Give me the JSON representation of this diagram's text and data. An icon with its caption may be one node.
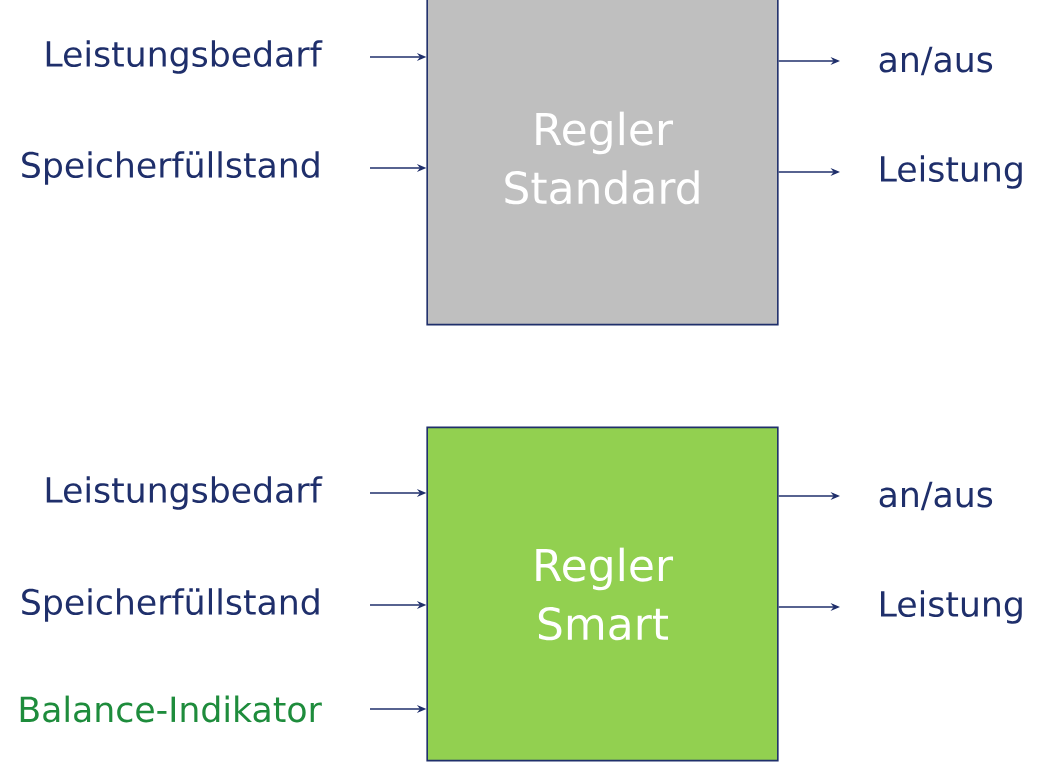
{
  "diagram": {
    "nodes": [
      {
        "text": [
          "Regler Standard"
        ]
      },
      {
        "text": [
          "Leistungsbedarf"
        ]
      },
      {
        "text": [
          "Speicherfüllstand"
        ]
      },
      {
        "text": [
          "an/aus"
        ]
      },
      {
        "text": [
          "Leistung"
        ]
      },
      {
        "text": [
          "Regler Smart"
        ]
      },
      {
        "text": [
          "Leistungsbedarf"
        ]
      },
      {
        "text": [
          "Speicherfüllstand"
        ]
      },
      {
        "text": [
          "Balance-Indikator"
        ]
      },
      {
        "text": [
          "an/aus"
        ]
      },
      {
        "text": [
          "Leistung"
        ]
      }
    ],
    "edges": [
      {
        "from": 1,
        "to": 0,
        "arrow": "to"
      },
      {
        "from": 2,
        "to": 0,
        "arrow": "to"
      },
      {
        "from": 0,
        "to": 3,
        "arrow": "to"
      },
      {
        "from": 0,
        "to": 4,
        "arrow": "to"
      },
      {
        "from": 6,
        "to": 5,
        "arrow": "to"
      },
      {
        "from": 7,
        "to": 5,
        "arrow": "to"
      },
      {
        "from": 8,
        "to": 5,
        "arrow": "to"
      },
      {
        "from": 5,
        "to": 9,
        "arrow": "to"
      },
      {
        "from": 5,
        "to": 10,
        "arrow": "to"
      }
    ]
  }
}
